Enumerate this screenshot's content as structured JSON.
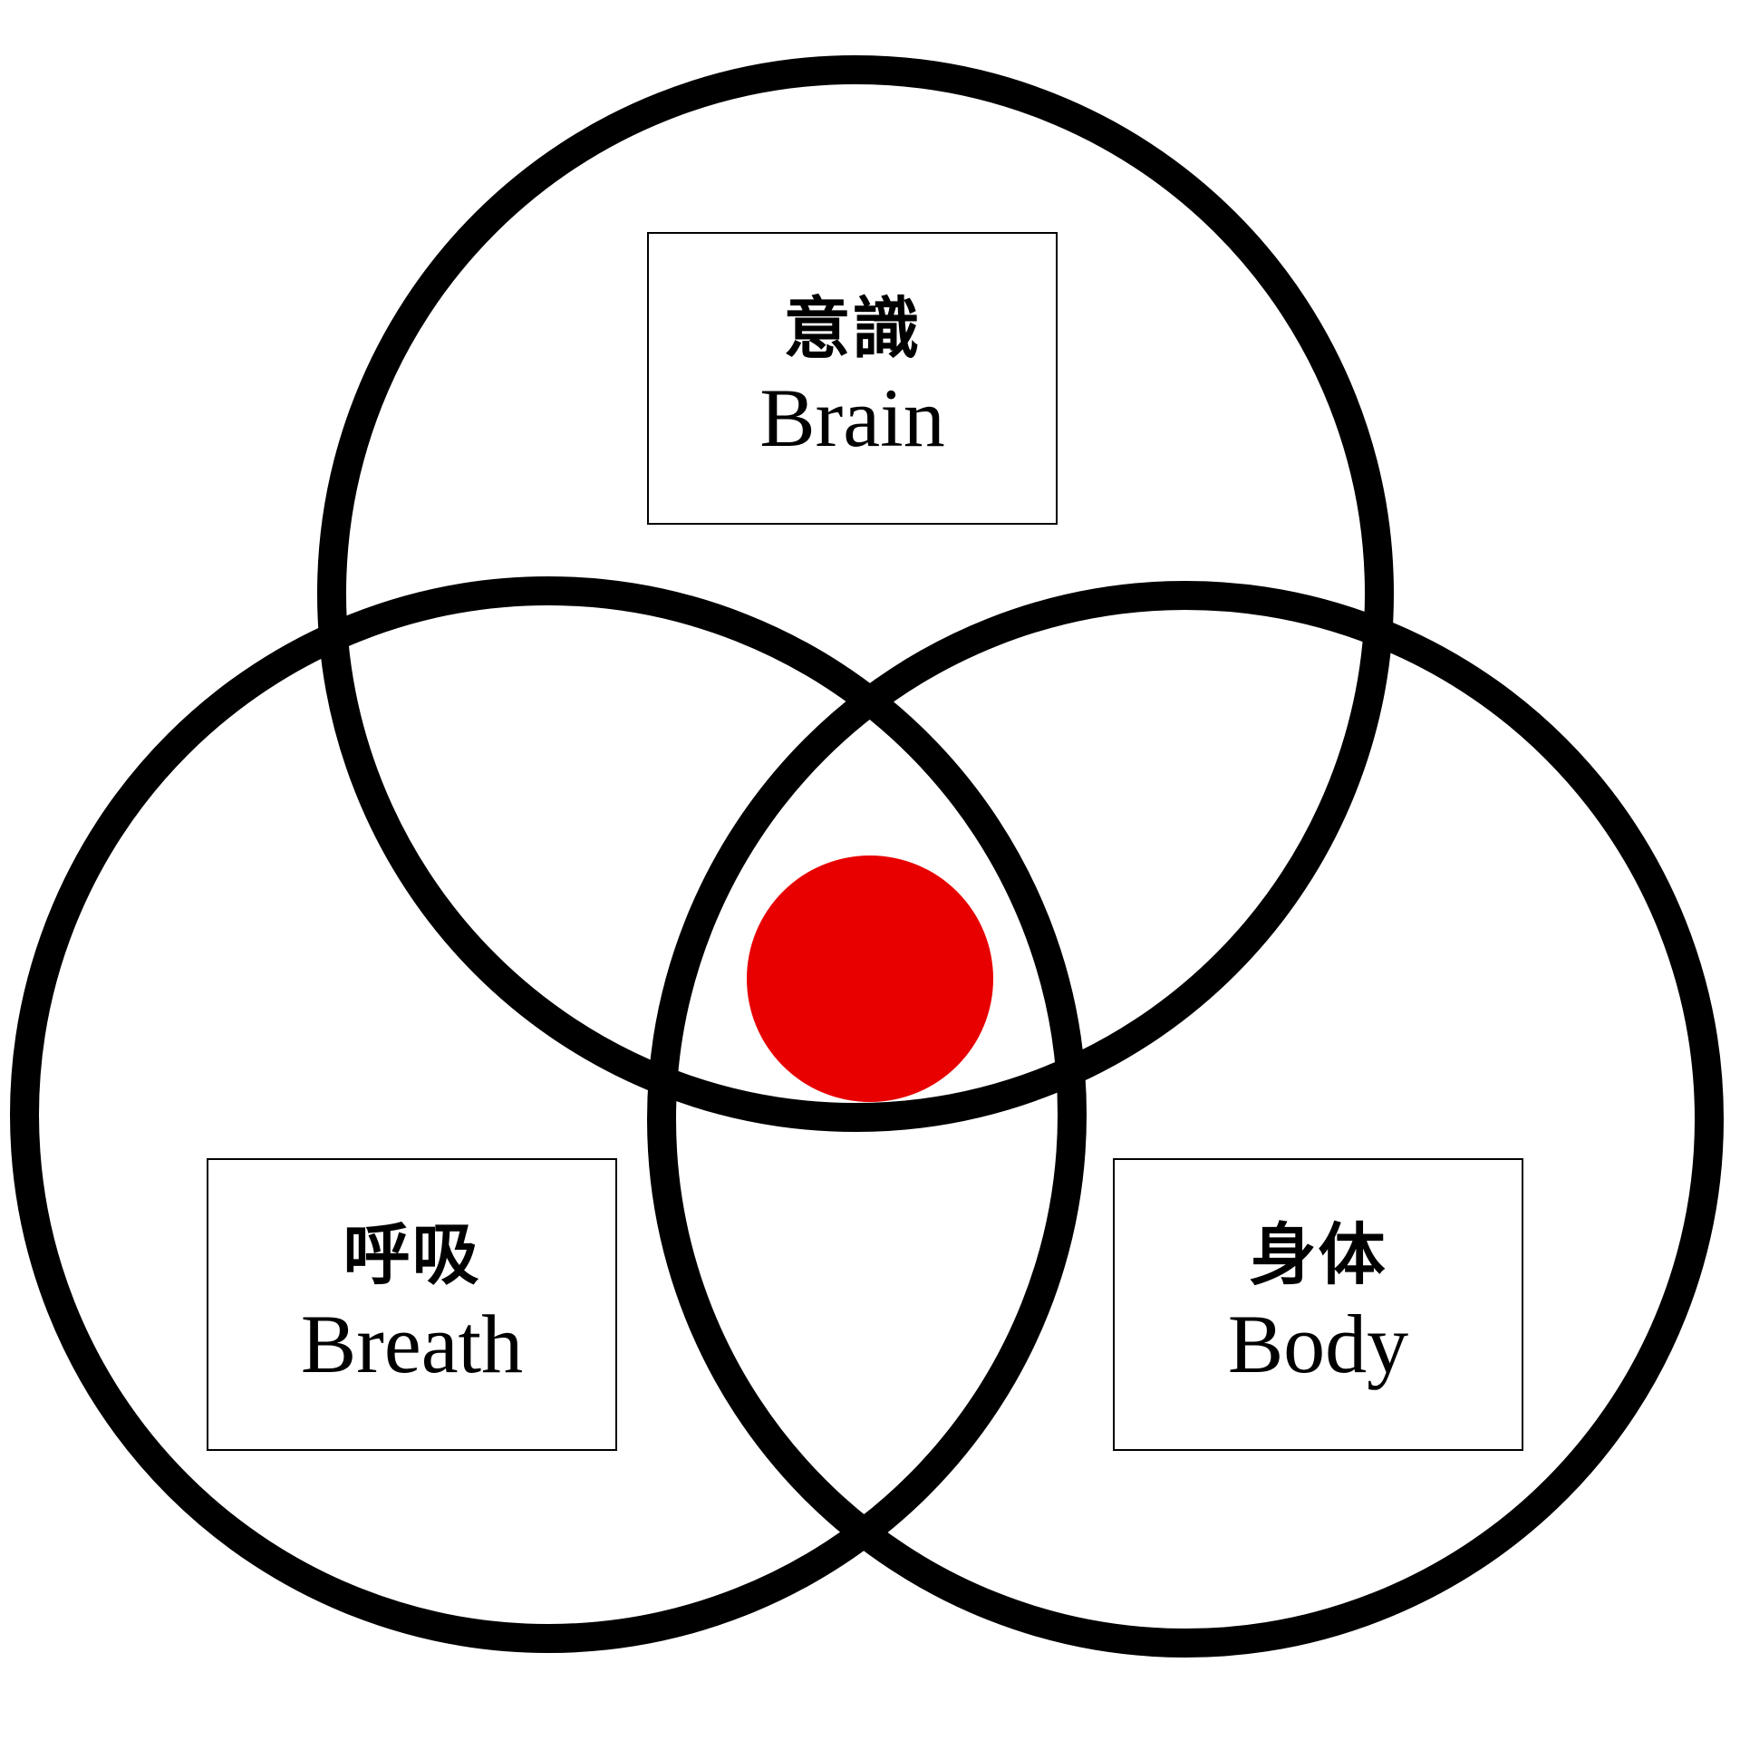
{
  "colors": {
    "stroke": "#000000",
    "center_dot": "#e80000",
    "background": "#ffffff"
  },
  "sets": [
    {
      "key": "brain",
      "jp": "意識",
      "en": "Brain"
    },
    {
      "key": "breath",
      "jp": "呼吸",
      "en": "Breath"
    },
    {
      "key": "body",
      "jp": "身体",
      "en": "Body"
    }
  ]
}
